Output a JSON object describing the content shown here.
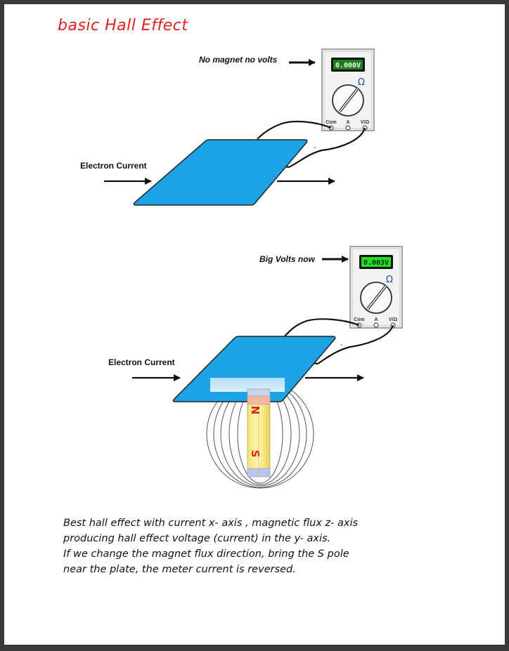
{
  "title": "basic Hall Effect",
  "top_diagram": {
    "meter_note": "No magnet no volts",
    "meter_reading": "0.000V",
    "current_label": "Electron Current"
  },
  "bottom_diagram": {
    "meter_note": "Big Volts now",
    "meter_reading": "0.003V",
    "current_label": "Electron Current",
    "magnet_north": "N",
    "magnet_south": "S"
  },
  "meter": {
    "ohm_symbol": "Ω",
    "jack_labels": [
      "Com",
      "A",
      "V/Ω"
    ]
  },
  "colors": {
    "plate": "#1aa3e6",
    "title": "#e02020",
    "lcd_top": "#1f7f1f",
    "lcd_bottom": "#22dd22"
  },
  "caption": {
    "line1": "Best hall effect with current   x- axis , magnetic flux z- axis",
    "line2": "producing hall effect voltage (current) in the y- axis.",
    "line3": "If we change the magnet flux direction, bring the S pole",
    "line4": "near  the plate, the meter current is reversed."
  }
}
